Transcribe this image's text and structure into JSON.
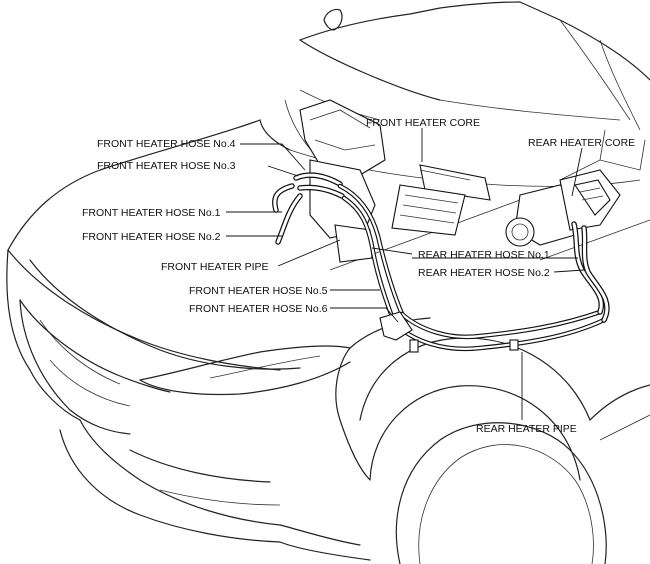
{
  "labels": {
    "front_heater_core": "FRONT HEATER CORE",
    "rear_heater_core": "REAR HEATER CORE",
    "front_heater_hose_4": "FRONT HEATER HOSE No.4",
    "front_heater_hose_3": "FRONT HEATER HOSE No.3",
    "front_heater_hose_1": "FRONT HEATER HOSE No.1",
    "front_heater_hose_2": "FRONT HEATER HOSE No.2",
    "front_heater_pipe": "FRONT HEATER PIPE",
    "rear_heater_hose_1": "REAR HEATER HOSE No.1",
    "rear_heater_hose_2": "REAR HEATER HOSE No.2",
    "front_heater_hose_5": "FRONT HEATER HOSE No.5",
    "front_heater_hose_6": "FRONT HEATER HOSE No.6",
    "rear_heater_pipe": "REAR HEATER PIPE"
  }
}
